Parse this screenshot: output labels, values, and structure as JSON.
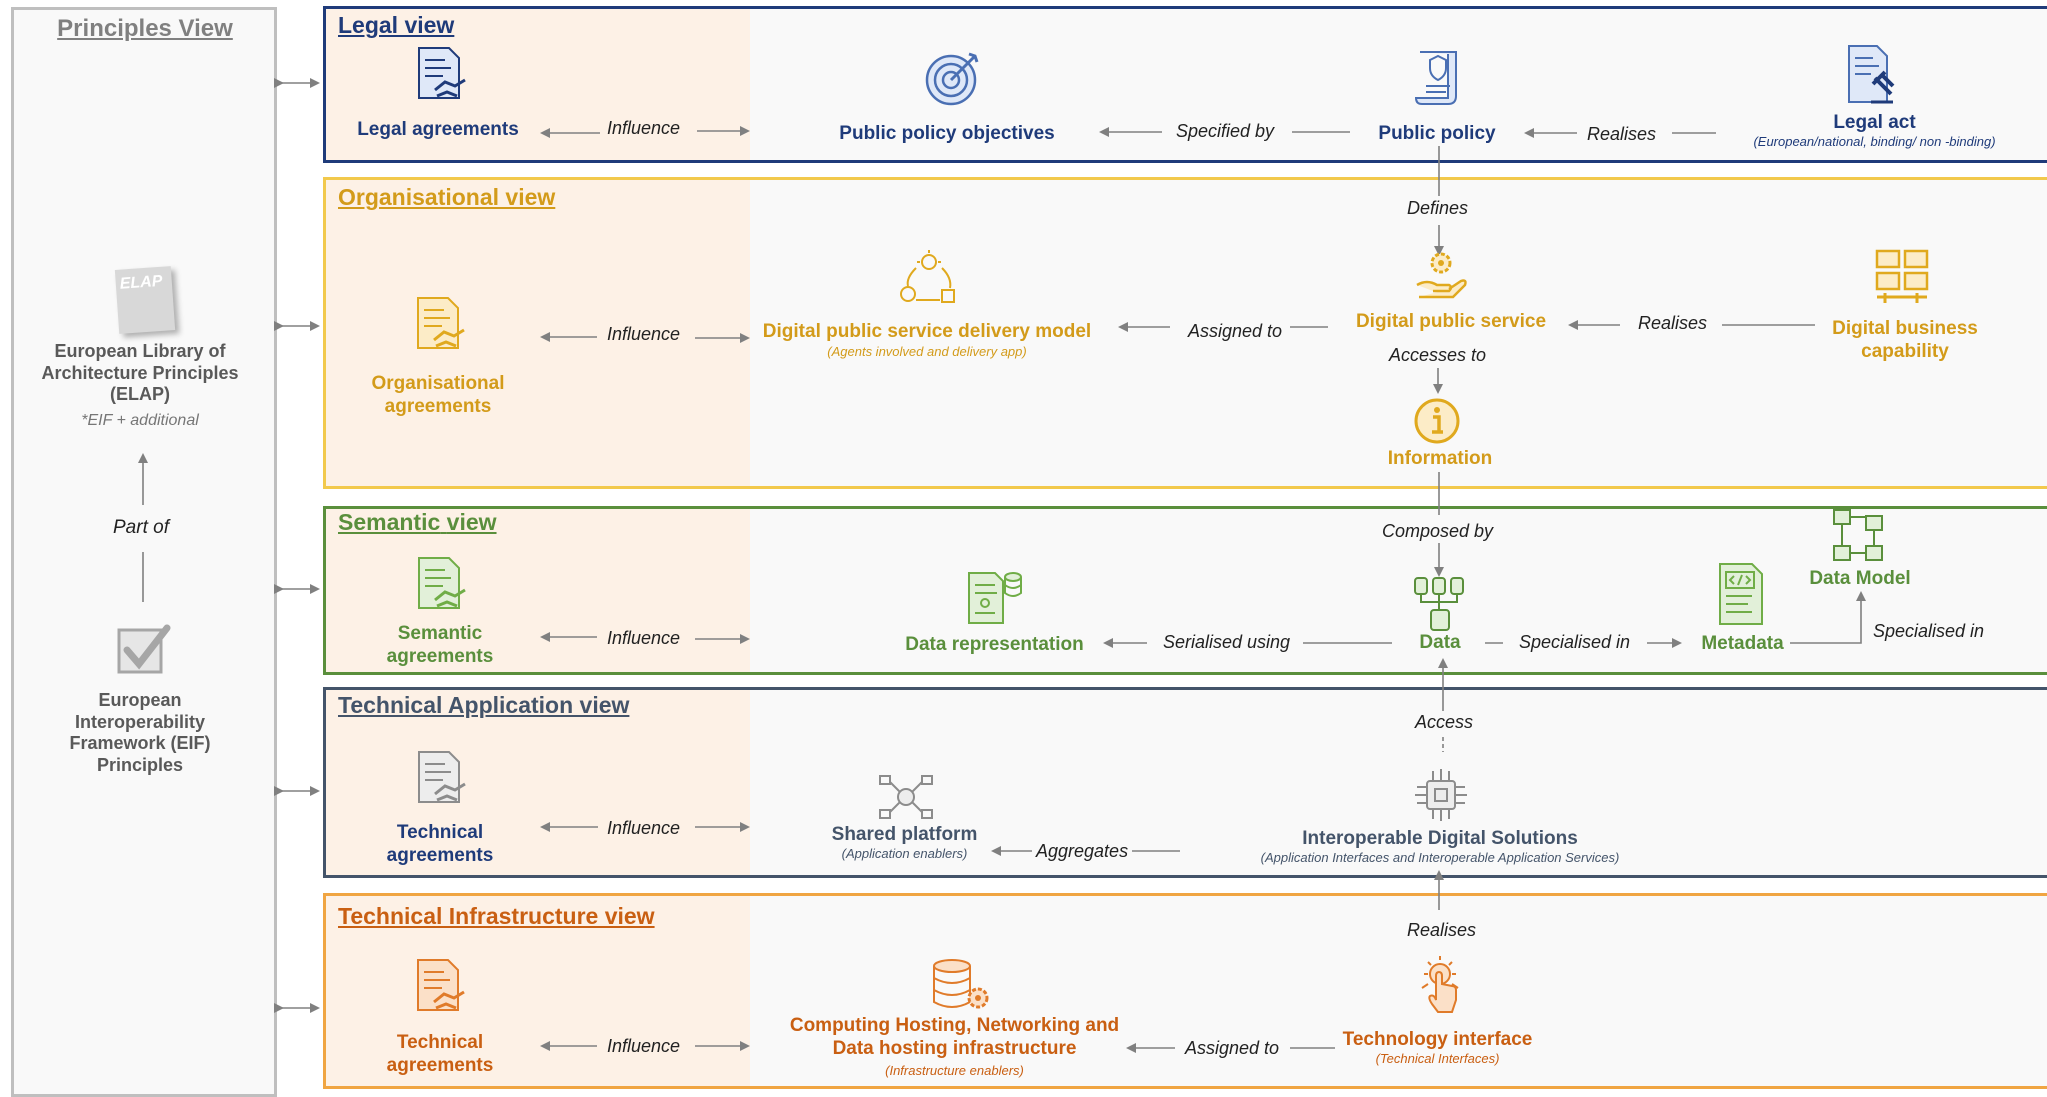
{
  "principles": {
    "title": "Principles View",
    "elap_badge": "ELAP",
    "elap_label": "European Library of Architecture Principles (ELAP)",
    "elap_note": "*EIF + additional",
    "part_of": "Part of",
    "eif_label": "European Interoperability Framework (EIF) Principles"
  },
  "legal": {
    "title": "Legal view",
    "agreements": "Legal agreements",
    "influence": "Influence",
    "objectives": "Public policy objectives",
    "specified_by": "Specified by",
    "policy": "Public policy",
    "realises": "Realises",
    "act": "Legal act",
    "act_sub": "(European/national, binding/ non -binding)"
  },
  "organisational": {
    "title": "Organisational view",
    "agreements": "Organisational agreements",
    "influence": "Influence",
    "delivery_model": "Digital public service delivery model",
    "delivery_model_sub": "(Agents involved and delivery app)",
    "assigned_to": "Assigned to",
    "service": "Digital public service",
    "realises": "Realises",
    "capability": "Digital business capability",
    "defines": "Defines",
    "accesses_to": "Accesses to",
    "information": "Information"
  },
  "semantic": {
    "title_a": "Semantic",
    "title_b": "view",
    "agreements": "Semantic agreements",
    "influence": "Influence",
    "representation": "Data representation",
    "serialised_using": "Serialised using",
    "data": "Data",
    "specialised_in": "Specialised in",
    "metadata": "Metadata",
    "data_model": "Data Model",
    "specialised_in_2": "Specialised in",
    "composed_by": "Composed by"
  },
  "tech_app": {
    "title": "Technical Application view",
    "agreements": "Technical agreements",
    "influence": "Influence",
    "shared_platform": "Shared platform",
    "shared_platform_sub": "(Application enablers)",
    "aggregates": "Aggregates",
    "solutions": "Interoperable Digital Solutions",
    "solutions_sub": "(Application Interfaces and Interoperable Application Services)",
    "access": "Access"
  },
  "tech_infra": {
    "title": "Technical Infrastructure view",
    "agreements": "Technical agreements",
    "influence": "Influence",
    "hosting": "Computing Hosting, Networking and Data hosting infrastructure",
    "hosting_sub": "(Infrastructure enablers)",
    "assigned_to": "Assigned to",
    "tech_interface": "Technology interface",
    "tech_interface_sub": "(Technical Interfaces)",
    "realises": "Realises"
  },
  "colors": {
    "legal": "#1f3b7a",
    "organisational": "#e0a91e",
    "semantic": "#5a8f3c",
    "tech_app": "#44546a",
    "tech_infra": "#d8701e",
    "agreements_bg": "#fdf1e6",
    "panel_bg": "#f9f9f9",
    "arrow": "#808080"
  },
  "icons": {
    "legal_agreements": "document-handshake-icon",
    "objectives": "target-icon",
    "policy": "policy-scroll-icon",
    "act": "gavel-document-icon",
    "delivery_model": "process-cycle-icon",
    "service": "gear-hand-icon",
    "capability": "capability-boxes-icon",
    "information": "info-circle-icon",
    "representation": "server-document-icon",
    "data": "data-tree-icon",
    "metadata": "code-document-icon",
    "data_model": "data-model-icon",
    "shared_platform": "platform-network-icon",
    "solutions": "chip-icon",
    "hosting": "database-gear-icon",
    "tech_interface": "touch-interface-icon"
  }
}
